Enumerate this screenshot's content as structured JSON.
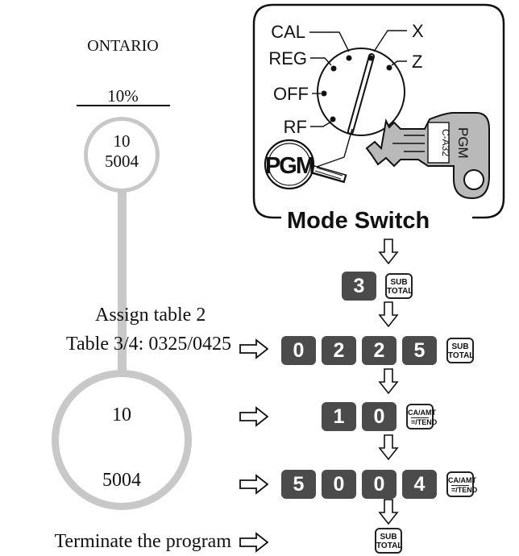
{
  "left": {
    "province": "ONTARIO",
    "rate": "10%",
    "small_circle": [
      "10",
      "5004"
    ],
    "big_circle": [
      "10",
      "5004"
    ]
  },
  "steps": {
    "assign": "Assign table 2",
    "table_label": "Table 3/4: 0325/0425",
    "terminate": "Terminate the program"
  },
  "mode_switch": {
    "title": "Mode Switch",
    "positions": [
      "CAL",
      "REG",
      "OFF",
      "RF",
      "X",
      "Z"
    ],
    "badge": "PGM",
    "key_text": [
      "C-A32",
      "PGM"
    ]
  },
  "keys": {
    "row1": [
      "3"
    ],
    "row2": [
      "0",
      "2",
      "2",
      "5"
    ],
    "row3": [
      "1",
      "0"
    ],
    "row4": [
      "5",
      "0",
      "0",
      "4"
    ],
    "subtotal": [
      "SUB",
      "TOTAL"
    ],
    "ca_amt": [
      "CA/AMT",
      "=/TEND"
    ]
  }
}
